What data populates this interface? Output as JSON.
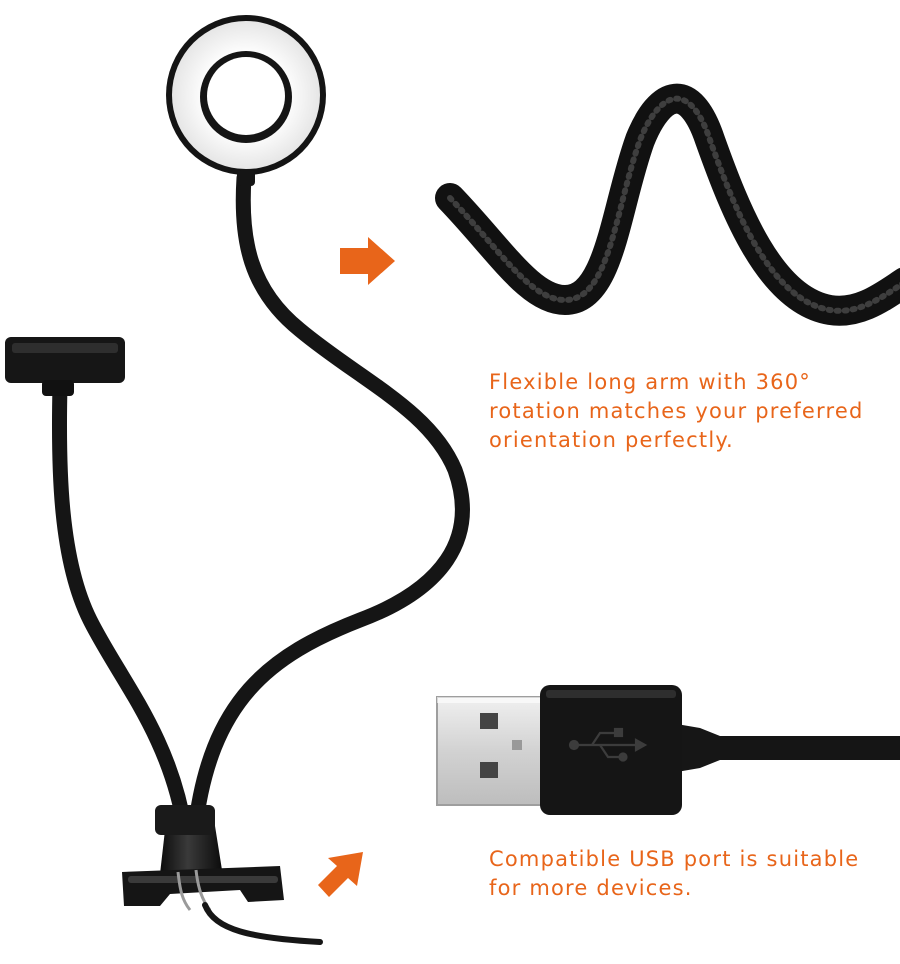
{
  "captions": {
    "arm": {
      "lines": [
        "Flexible long arm with 360°",
        "rotation matches your preferred",
        "orientation perfectly."
      ]
    },
    "usb": {
      "lines": [
        "Compatible USB port is suitable",
        "for more devices."
      ]
    }
  },
  "colors": {
    "accent": "#e8651a",
    "product": "#141414",
    "ring_light": "#f2f2f2",
    "usb_metal": "#d9d9d9",
    "background": "#ffffff"
  },
  "icons": {
    "arrow": "arrow-right-icon",
    "usb_symbol": "usb-icon"
  }
}
